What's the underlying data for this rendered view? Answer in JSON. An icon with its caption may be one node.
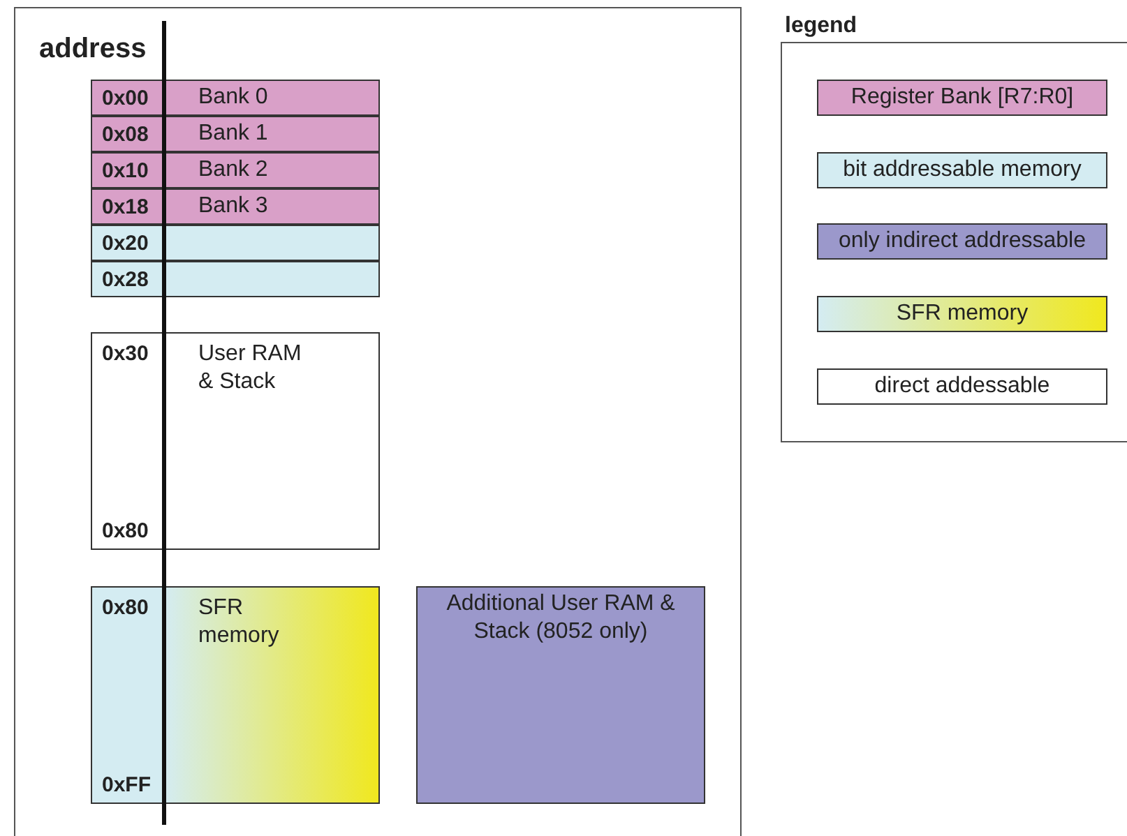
{
  "diagram": {
    "nodes": [
      {
        "text": [
          "0x00",
          "Bank 0"
        ]
      },
      {
        "text": [
          "0x08",
          "Bank 1"
        ]
      },
      {
        "text": [
          "0x10",
          "Bank 2"
        ]
      },
      {
        "text": [
          "0x18",
          "Bank 3"
        ]
      },
      {
        "text": [
          "0x20"
        ]
      },
      {
        "text": [
          "0x28"
        ]
      },
      {
        "text": [
          "0x30",
          "User RAM & Stack",
          "0x80"
        ]
      },
      {
        "text": [
          "0x80",
          "SFR memory",
          "0xFF"
        ]
      },
      {
        "text": [
          "Additional User RAM & Stack (8052 only)"
        ]
      }
    ],
    "edges": [],
    "labels": [
      "address",
      "legend"
    ],
    "legend": [
      {
        "text": "Register Bank [R7:R0]",
        "color": "#d9a0c8"
      },
      {
        "text": "bit addressable memory",
        "color": "#d4ecf2"
      },
      {
        "text": "only indirect addressable",
        "color": "#9b98cb"
      },
      {
        "text": "SFR memory"
      },
      {
        "text": "direct addessable",
        "color": "#ffffff"
      }
    ]
  }
}
